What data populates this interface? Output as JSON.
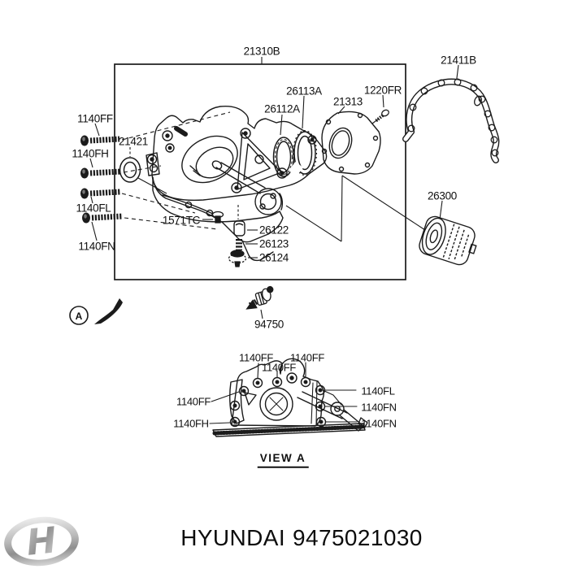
{
  "main_view": {
    "assembly_label": "21310B",
    "parts": {
      "cover_gasket": "21411B",
      "oring_a": "26112A",
      "oring_b": "26113A",
      "case_cover": "21313",
      "cover_bolt": "1220FR",
      "bolt_ff": "1140FF",
      "crank_seal": "21421",
      "bolt_fh": "1140FH",
      "bolt_fl": "1140FL",
      "bolt_fn": "1140FN",
      "taper_plug": "1571TC",
      "relief_plunger": "26122",
      "relief_spring": "26123",
      "relief_plug": "26124",
      "oil_filter": "26300",
      "oil_pressure_switch": "94750"
    }
  },
  "detail_marker": {
    "letter": "A"
  },
  "bottom_view": {
    "caption": "VIEW A",
    "bolt_ff": "1140FF",
    "bolt_fh": "1140FH",
    "bolt_fl": "1140FL",
    "bolt_fn": "1140FN"
  },
  "footer": {
    "brand": "HYUNDAI",
    "part_number": "9475021030",
    "logo_letter": "H"
  },
  "colors": {
    "line": "#1b1b1b",
    "text": "#101010",
    "background": "#ffffff"
  }
}
